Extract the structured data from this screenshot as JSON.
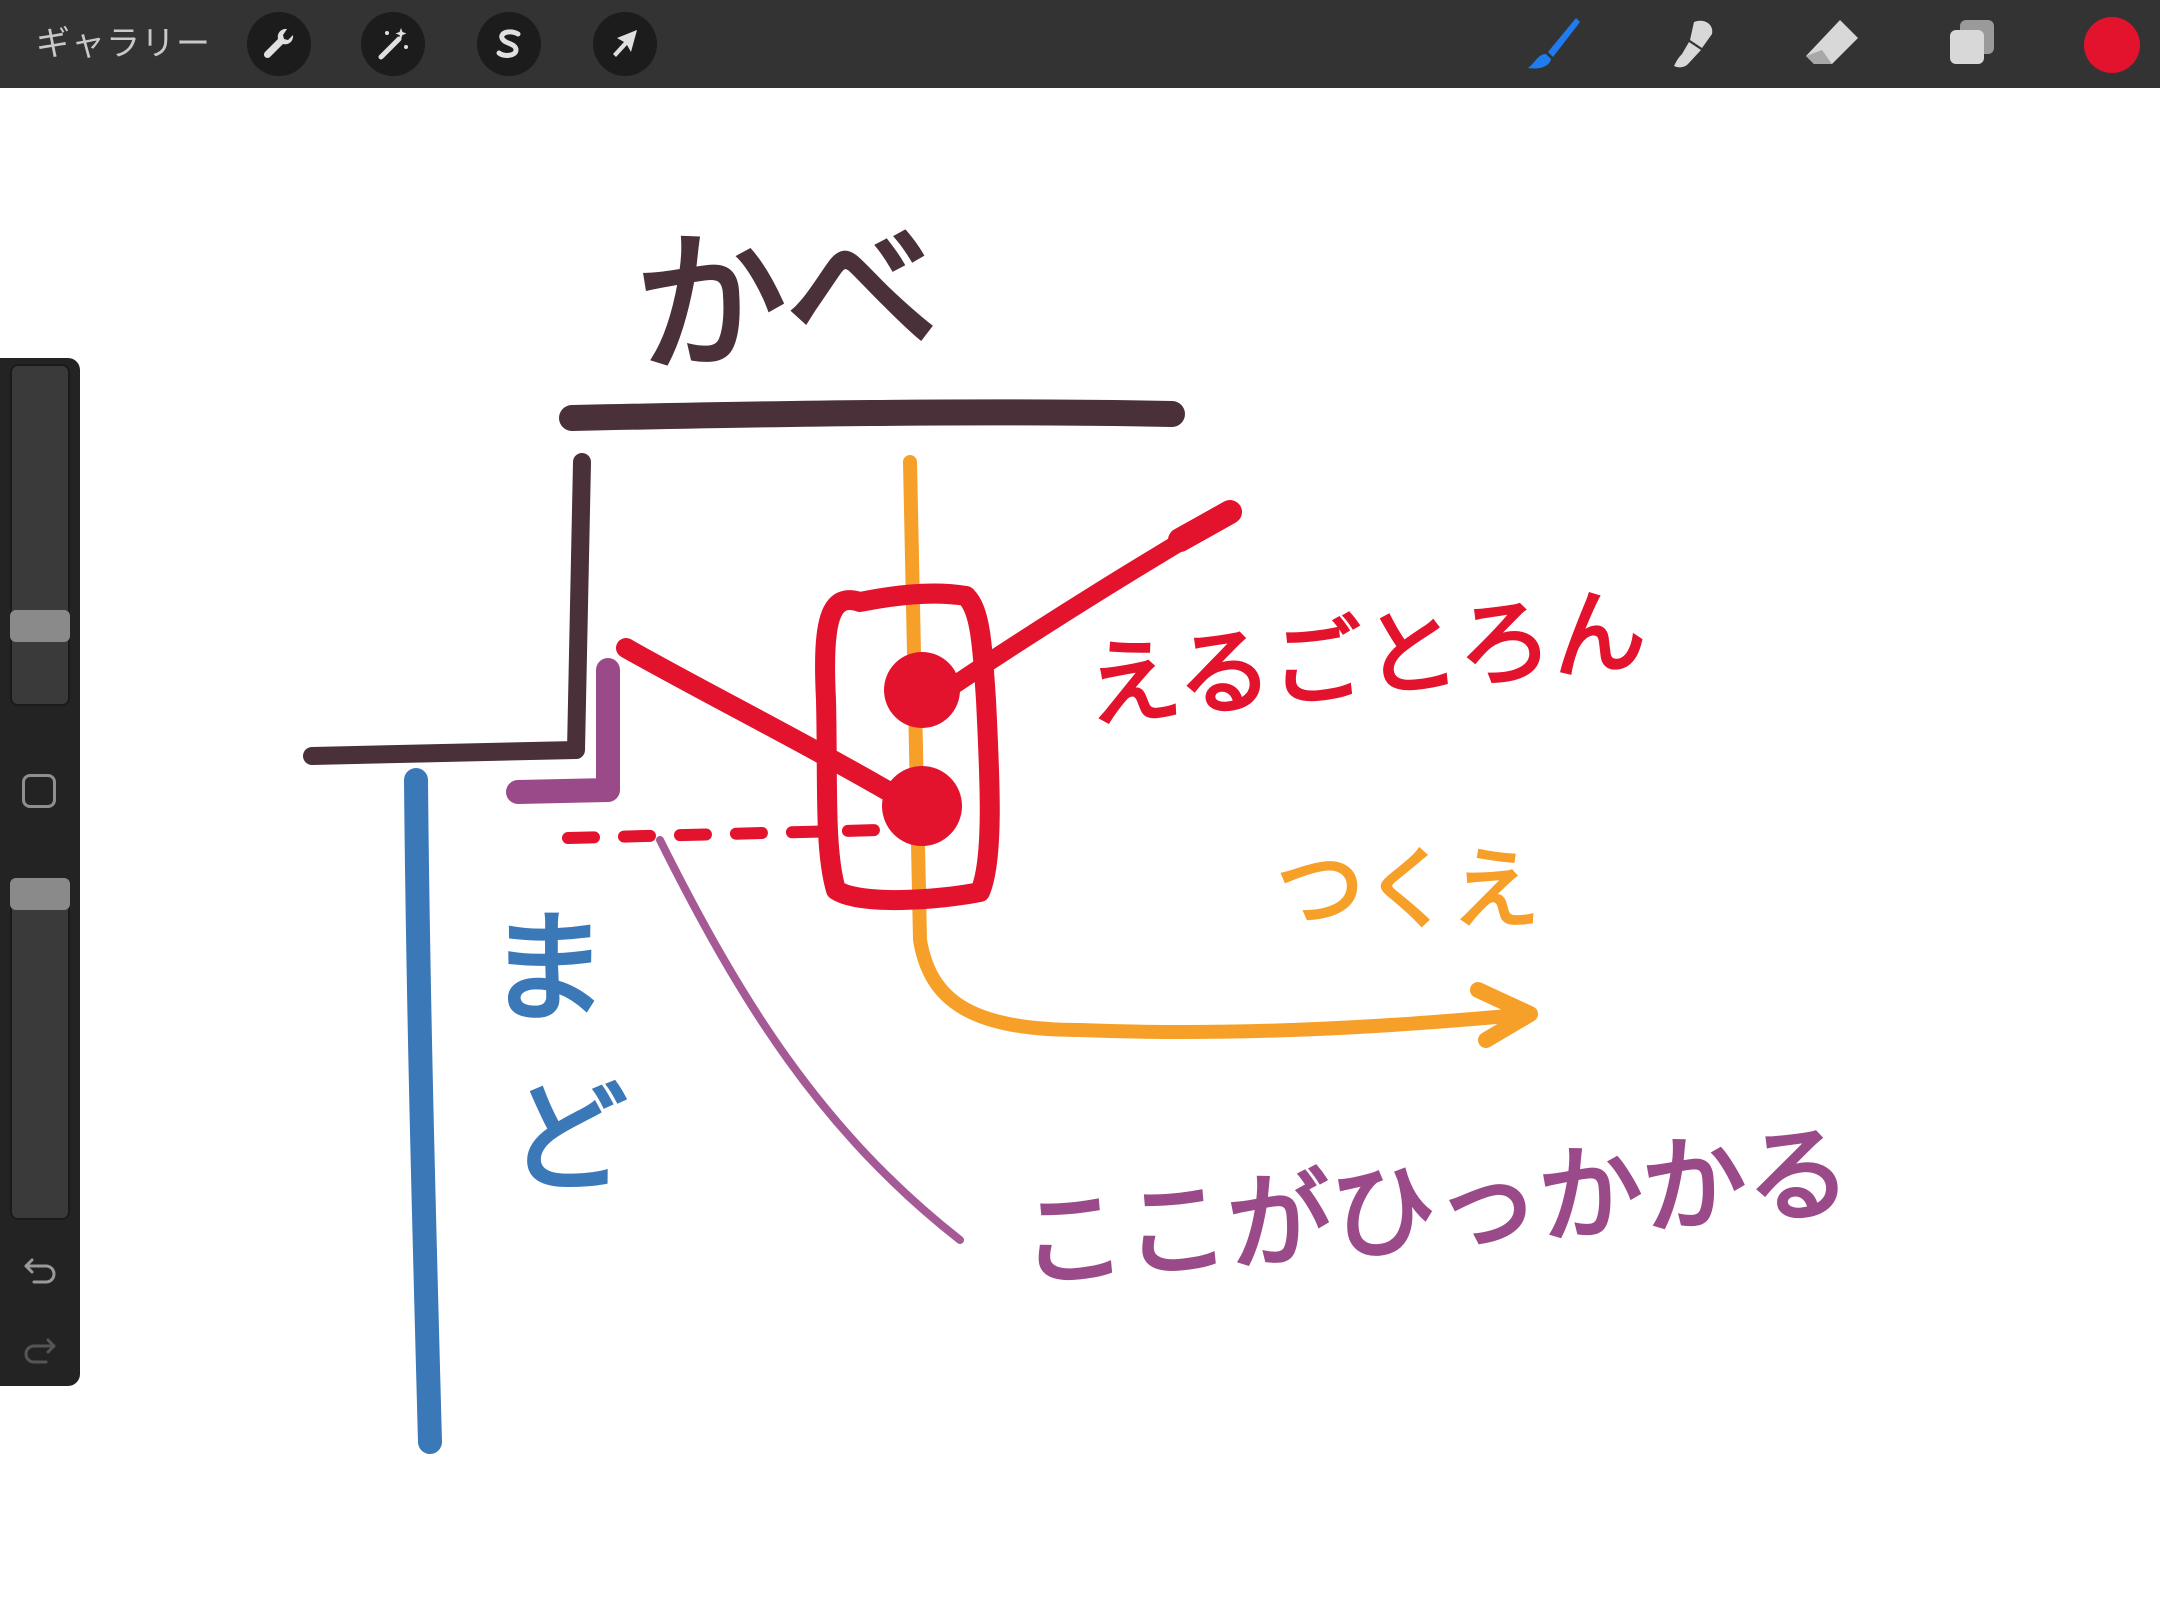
{
  "toolbar": {
    "gallery_label": "ギャラリー",
    "left_tools": [
      {
        "icon": "wrench-icon",
        "name": "actions"
      },
      {
        "icon": "magic-wand-icon",
        "name": "adjustments"
      },
      {
        "icon": "selection-s-icon",
        "name": "selection"
      },
      {
        "icon": "arrow-cursor-icon",
        "name": "transform"
      }
    ],
    "right_tools": [
      {
        "icon": "brush-icon",
        "name": "paint",
        "active": true
      },
      {
        "icon": "smudge-icon",
        "name": "smudge"
      },
      {
        "icon": "eraser-icon",
        "name": "eraser"
      },
      {
        "icon": "layers-icon",
        "name": "layers"
      }
    ],
    "current_color": "#e3122d",
    "active_tool_color": "#1e7cf0"
  },
  "sidebar": {
    "icons": [
      "square-modify-icon",
      "undo-icon",
      "redo-icon"
    ]
  },
  "canvas": {
    "labels": {
      "wall": "かべ",
      "window": "まど",
      "cable": "えるごとろん",
      "desk": "つくえ",
      "snag": "ここがひっかかる"
    },
    "colors": {
      "wall": "#4a3038",
      "window": "#3a78b8",
      "cable": "#e3122d",
      "desk": "#f6a02a",
      "snag": "#9a4a88"
    }
  }
}
